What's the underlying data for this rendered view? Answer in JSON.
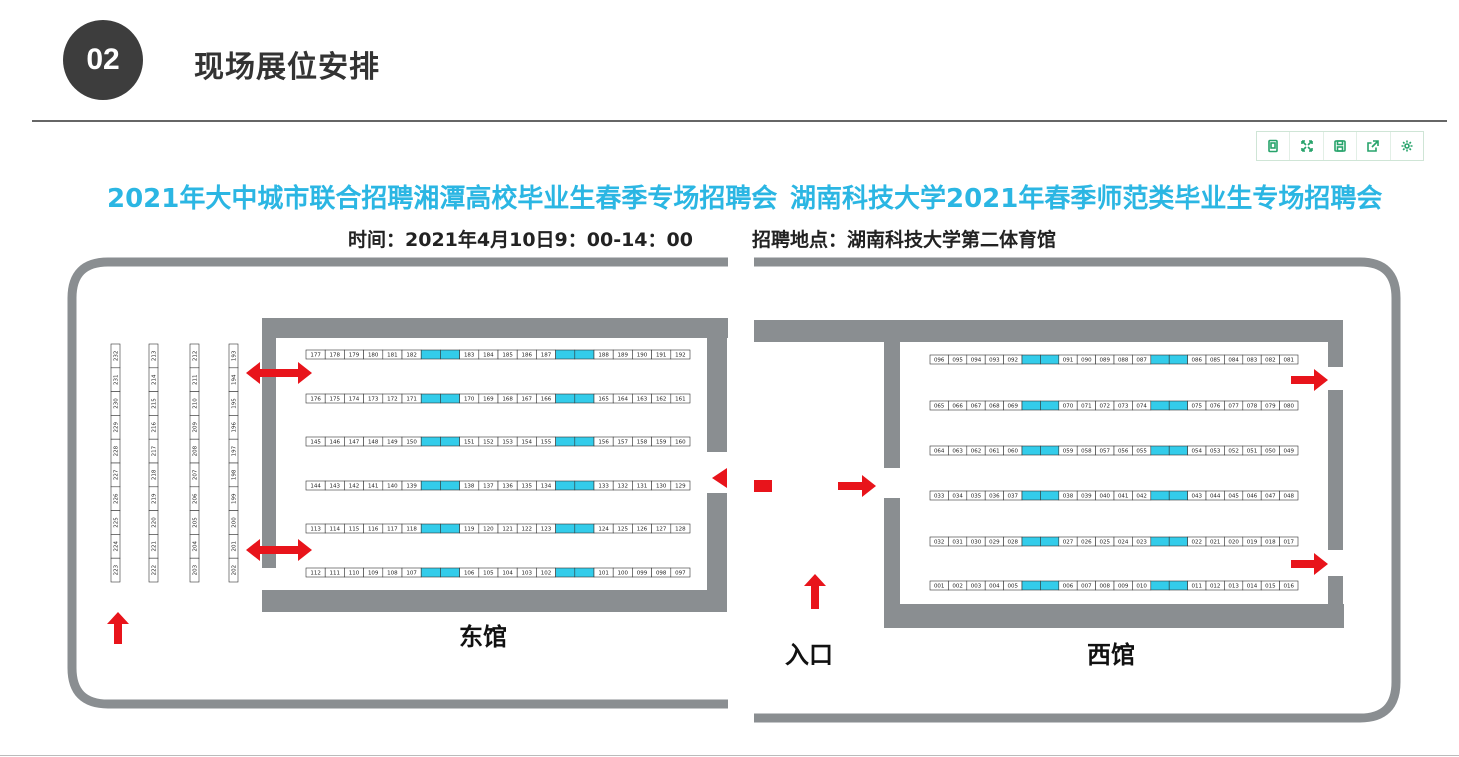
{
  "header": {
    "section_number": "02",
    "title": "现场展位安排"
  },
  "toolbar": {
    "buttons": [
      "copy-icon",
      "fullscreen-icon",
      "save-icon",
      "share-icon",
      "settings-icon"
    ],
    "accent": "#27a36b"
  },
  "event": {
    "left_title": "2021年大中城市联合招聘湘潭高校毕业生春季专场招聘会",
    "right_title": "湖南科技大学2021年春季师范类毕业生专场招聘会",
    "separator": "·",
    "time_line": "时间：2021年4月10日9：00-14：00",
    "venue_line": "招聘地点：湖南科技大学第二体育馆",
    "title_color": "#2bb6e3"
  },
  "floorplan": {
    "east_hall_label": "东馆",
    "west_hall_label": "西馆",
    "entrance_label": "入口",
    "colors": {
      "wall": "#8a8e91",
      "highlight_booth": "#33ccea",
      "arrow": "#e8141b"
    },
    "east_rows": [
      [
        "177",
        "178",
        "179",
        "180",
        "181",
        "182",
        "",
        "",
        "183",
        "184",
        "185",
        "186",
        "187",
        "",
        "",
        "188",
        "189",
        "190",
        "191",
        "192"
      ],
      [
        "176",
        "175",
        "174",
        "173",
        "172",
        "171",
        "",
        "",
        "170",
        "169",
        "168",
        "167",
        "166",
        "",
        "",
        "165",
        "164",
        "163",
        "162",
        "161"
      ],
      [
        "145",
        "146",
        "147",
        "148",
        "149",
        "150",
        "",
        "",
        "151",
        "152",
        "153",
        "154",
        "155",
        "",
        "",
        "156",
        "157",
        "158",
        "159",
        "160"
      ],
      [
        "144",
        "143",
        "142",
        "141",
        "140",
        "139",
        "",
        "",
        "138",
        "137",
        "136",
        "135",
        "134",
        "",
        "",
        "133",
        "132",
        "131",
        "130",
        "129"
      ],
      [
        "113",
        "114",
        "115",
        "116",
        "117",
        "118",
        "",
        "",
        "119",
        "120",
        "121",
        "122",
        "123",
        "",
        "",
        "124",
        "125",
        "126",
        "127",
        "128"
      ],
      [
        "112",
        "111",
        "110",
        "109",
        "108",
        "107",
        "",
        "",
        "106",
        "105",
        "104",
        "103",
        "102",
        "",
        "",
        "101",
        "100",
        "099",
        "098",
        "097"
      ]
    ],
    "east_columns": [
      [
        "232",
        "231",
        "230",
        "229",
        "228",
        "227",
        "226",
        "225",
        "224",
        "223"
      ],
      [
        "213",
        "214",
        "215",
        "216",
        "217",
        "218",
        "219",
        "220",
        "221",
        "222"
      ],
      [
        "212",
        "211",
        "210",
        "209",
        "208",
        "207",
        "206",
        "205",
        "204",
        "203"
      ],
      [
        "193",
        "194",
        "195",
        "196",
        "197",
        "198",
        "199",
        "200",
        "201",
        "202"
      ]
    ],
    "west_rows": [
      [
        "096",
        "095",
        "094",
        "093",
        "092",
        "",
        "",
        "091",
        "090",
        "089",
        "088",
        "087",
        "",
        "",
        "086",
        "085",
        "084",
        "083",
        "082",
        "081"
      ],
      [
        "065",
        "066",
        "067",
        "068",
        "069",
        "",
        "",
        "070",
        "071",
        "072",
        "073",
        "074",
        "",
        "",
        "075",
        "076",
        "077",
        "078",
        "079",
        "080"
      ],
      [
        "064",
        "063",
        "062",
        "061",
        "060",
        "",
        "",
        "059",
        "058",
        "057",
        "056",
        "055",
        "",
        "",
        "054",
        "053",
        "052",
        "051",
        "050",
        "049"
      ],
      [
        "033",
        "034",
        "035",
        "036",
        "037",
        "",
        "",
        "038",
        "039",
        "040",
        "041",
        "042",
        "",
        "",
        "043",
        "044",
        "045",
        "046",
        "047",
        "048"
      ],
      [
        "032",
        "031",
        "030",
        "029",
        "028",
        "",
        "",
        "027",
        "026",
        "025",
        "024",
        "023",
        "",
        "",
        "022",
        "021",
        "020",
        "019",
        "018",
        "017"
      ],
      [
        "001",
        "002",
        "003",
        "004",
        "005",
        "",
        "",
        "006",
        "007",
        "008",
        "009",
        "010",
        "",
        "",
        "011",
        "012",
        "013",
        "014",
        "015",
        "016"
      ]
    ]
  }
}
